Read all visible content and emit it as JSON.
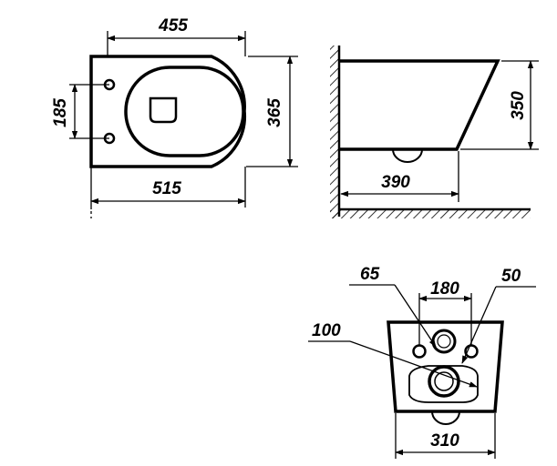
{
  "top_view": {
    "width_top": "455",
    "width_bottom": "515",
    "hole_spacing": "185",
    "depth": "365"
  },
  "side_view": {
    "height": "350",
    "outlet_distance": "390"
  },
  "rear_view": {
    "center_hole": "65",
    "fixing_spacing": "180",
    "fixing_hole": "50",
    "outlet_diameter": "100",
    "width": "310"
  },
  "colors": {
    "ink": "#000000",
    "background": "#ffffff"
  }
}
